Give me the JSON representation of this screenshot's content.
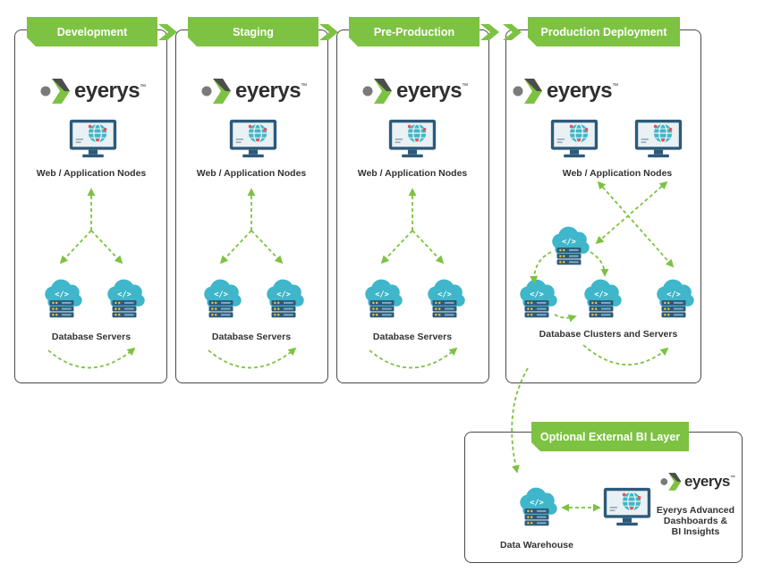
{
  "stages": [
    {
      "title": "Development",
      "app_label": "Web / Application Nodes",
      "db_label": "Database Servers"
    },
    {
      "title": "Staging",
      "app_label": "Web / Application Nodes",
      "db_label": "Database Servers"
    },
    {
      "title": "Pre-Production",
      "app_label": "Web / Application Nodes",
      "db_label": "Database Servers"
    },
    {
      "title": "Production Deployment",
      "app_label": "Web / Application Nodes",
      "db_label": "Database Clusters and Servers"
    }
  ],
  "logo_text": "eyerys",
  "logo_tm": "™",
  "bi": {
    "title": "Optional External BI Layer",
    "warehouse_label": "Data Warehouse",
    "insights_line1": "Eyerys Advanced",
    "insights_line2": "Dashboards &",
    "insights_line3": "BI Insights"
  },
  "colors": {
    "accent_green": "#7dc242",
    "dark_blue": "#2d5a7a",
    "cloud_teal": "#3fb6c9",
    "dot_red": "#e8525a"
  }
}
